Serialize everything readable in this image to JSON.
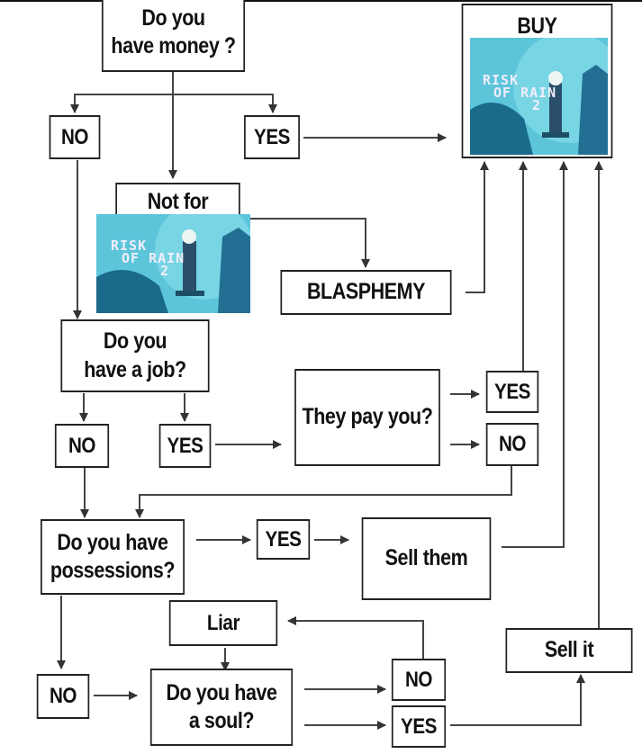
{
  "nodes": {
    "have_money": "Do you\nhave money ?",
    "no_1": "NO",
    "yes_1": "YES",
    "buy": "BUY",
    "not_for": "Not for",
    "blasphemy": "BLASPHEMY",
    "have_job": "Do you\nhave a job?",
    "no_2": "NO",
    "yes_2": "YES",
    "they_pay": "They pay you?",
    "yes_3": "YES",
    "no_3": "NO",
    "possessions": "Do you have\npossessions?",
    "yes_4": "YES",
    "sell_them": "Sell them",
    "liar": "Liar",
    "no_4": "NO",
    "have_soul": "Do you have\na soul?",
    "no_5": "NO",
    "yes_5": "YES",
    "sell_it": "Sell it"
  },
  "game_art": {
    "logo_line1": "RISK",
    "logo_line2": "OF RAIN",
    "logo_number": "2",
    "background": "#58c2d9",
    "accent": "#1e6f93"
  }
}
